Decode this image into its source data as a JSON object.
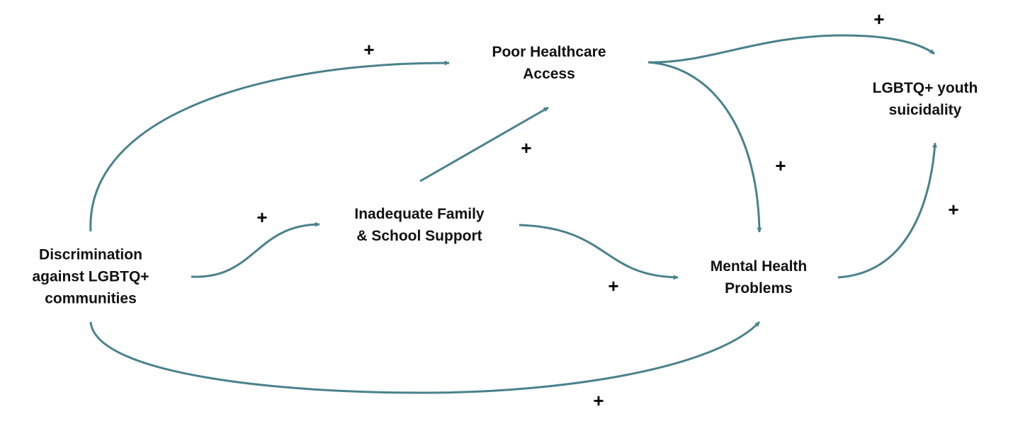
{
  "colors": {
    "edge": "#4a818b",
    "text": "#111111"
  },
  "nodes": {
    "discrimination": [
      "Discrimination",
      "against LGBTQ+",
      "communities"
    ],
    "family_support": [
      "Inadequate Family",
      "& School Support"
    ],
    "healthcare": [
      "Poor Healthcare",
      "Access"
    ],
    "mental_health": [
      "Mental Health",
      "Problems"
    ],
    "suicidality": [
      "LGBTQ+ youth",
      "suicidality"
    ]
  },
  "links": [
    {
      "from": "discrimination",
      "to": "healthcare",
      "polarity": "+"
    },
    {
      "from": "discrimination",
      "to": "family_support",
      "polarity": "+"
    },
    {
      "from": "discrimination",
      "to": "mental_health",
      "polarity": "+"
    },
    {
      "from": "family_support",
      "to": "healthcare",
      "polarity": "+"
    },
    {
      "from": "family_support",
      "to": "mental_health",
      "polarity": "+"
    },
    {
      "from": "healthcare",
      "to": "suicidality",
      "polarity": "+"
    },
    {
      "from": "healthcare",
      "to": "mental_health",
      "polarity": "+"
    },
    {
      "from": "mental_health",
      "to": "suicidality",
      "polarity": "+"
    }
  ]
}
